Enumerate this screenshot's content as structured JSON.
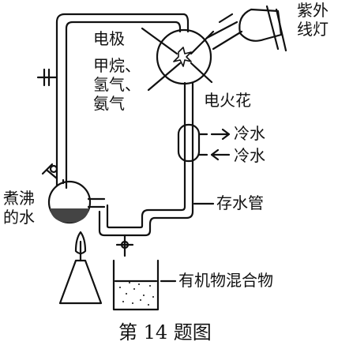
{
  "labels": {
    "uv_lamp_line1": "紫外",
    "uv_lamp_line2": "线灯",
    "electrode": "电极",
    "gas_line1": "甲烷、",
    "gas_line2": "氢气、",
    "gas_line3": "氨气",
    "spark": "电火花",
    "cold_water_out": "冷水",
    "cold_water_in": "冷水",
    "boiling_water_line1": "煮沸",
    "boiling_water_line2": "的水",
    "water_storage_tube": "存水管",
    "organic_mixture": "有机物混合物"
  },
  "caption": "第 14 题图",
  "colors": {
    "stroke": "#111111",
    "background": "#ffffff",
    "liquid": "#444444"
  }
}
